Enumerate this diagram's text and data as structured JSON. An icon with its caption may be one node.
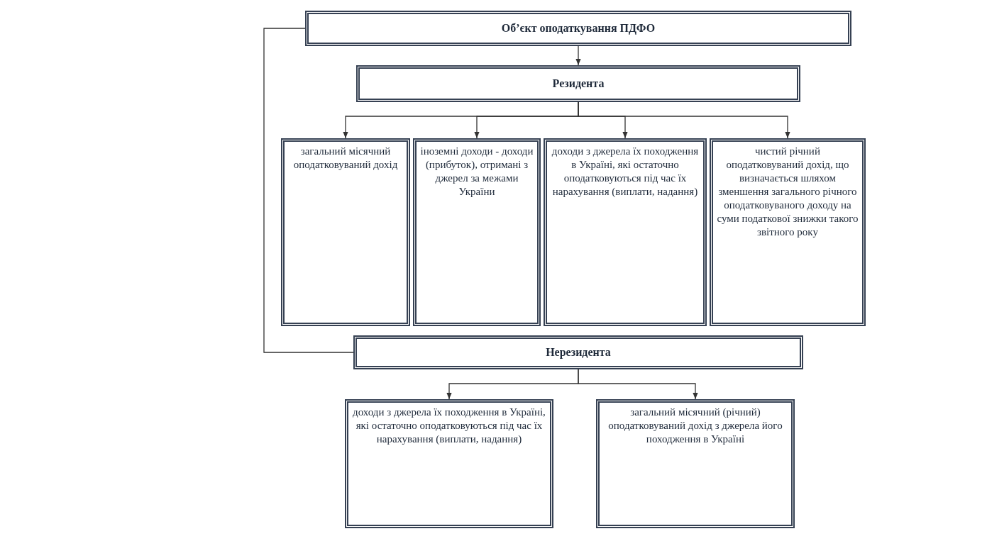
{
  "diagram": {
    "nodes": [
      {
        "text": [
          "Об’єкт оподаткування ПДФО"
        ]
      },
      {
        "text": [
          "Резидента"
        ]
      },
      {
        "text": [
          "загальний місячний оподатковуваний дохід"
        ]
      },
      {
        "text": [
          "іноземні доходи - доходи (прибуток), отримані з джерел за межами України"
        ]
      },
      {
        "text": [
          "доходи з джерела їх походження в Україні, які остаточно оподатковуються під час їх нарахування (виплати, надання)"
        ]
      },
      {
        "text": [
          "чистий річний оподатковуваний дохід, що визначається шляхом зменшення загального річного оподатковуваного доходу на суми податкової знижки такого звітного року"
        ]
      },
      {
        "text": [
          "Нерезидента"
        ]
      },
      {
        "text": [
          "доходи з джерела їх походження в Україні, які остаточно оподатковуються під час їх нарахування (виплати, надання)"
        ]
      },
      {
        "text": [
          "загальний місячний (річний) оподатковуваний дохід з джерела його походження в Україні"
        ]
      }
    ],
    "edges": [
      {
        "from": 0,
        "to": 1,
        "arrow": "to"
      },
      {
        "from": 1,
        "to": 2,
        "arrow": "to"
      },
      {
        "from": 1,
        "to": 3,
        "arrow": "to"
      },
      {
        "from": 1,
        "to": 4,
        "arrow": "to"
      },
      {
        "from": 1,
        "to": 5,
        "arrow": "to"
      },
      {
        "from": 0,
        "to": 6,
        "arrow": "none"
      },
      {
        "from": 6,
        "to": 7,
        "arrow": "to"
      },
      {
        "from": 6,
        "to": 8,
        "arrow": "to"
      }
    ]
  }
}
